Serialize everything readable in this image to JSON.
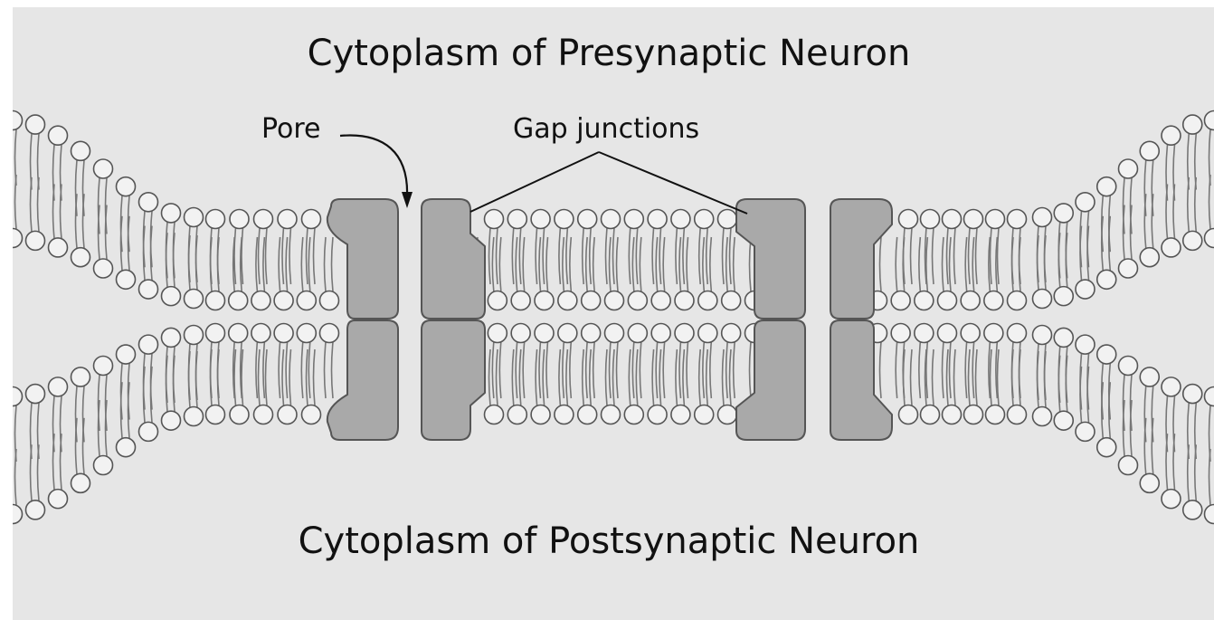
{
  "labels": {
    "top": "Cytoplasm of Presynaptic Neuron",
    "bottom": "Cytoplasm of Postsynaptic Neuron",
    "pore": "Pore",
    "gap": "Gap junctions"
  },
  "colors": {
    "background": "#e6e6e6",
    "protein": "#a9a9a9",
    "protein_stroke": "#555555",
    "lipid_head": "#f2f2f2",
    "lipid_head_stroke": "#555555",
    "lipid_tail": "#777777"
  }
}
